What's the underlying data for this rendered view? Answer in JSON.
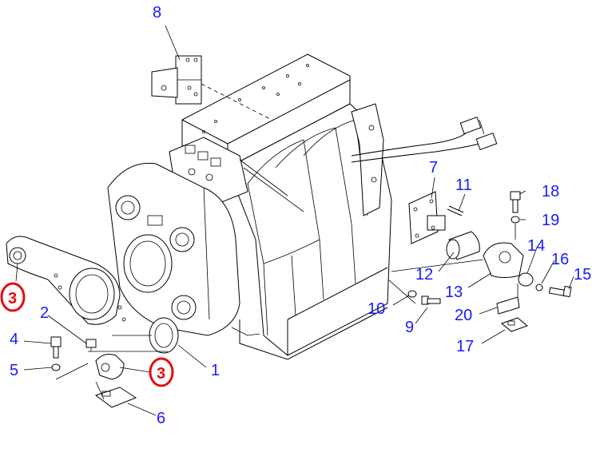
{
  "callouts": {
    "c1": "1",
    "c2": "2",
    "c3a": "3",
    "c3b": "3",
    "c4": "4",
    "c5": "5",
    "c6": "6",
    "c7": "7",
    "c8": "8",
    "c9": "9",
    "c10": "10",
    "c11": "11",
    "c12": "12",
    "c13": "13",
    "c14": "14",
    "c15": "15",
    "c16": "16",
    "c17": "17",
    "c18": "18",
    "c19": "19",
    "c20": "20"
  },
  "colors": {
    "callout": "#1a1aff",
    "highlight": "#e01010",
    "ink": "#000000"
  }
}
